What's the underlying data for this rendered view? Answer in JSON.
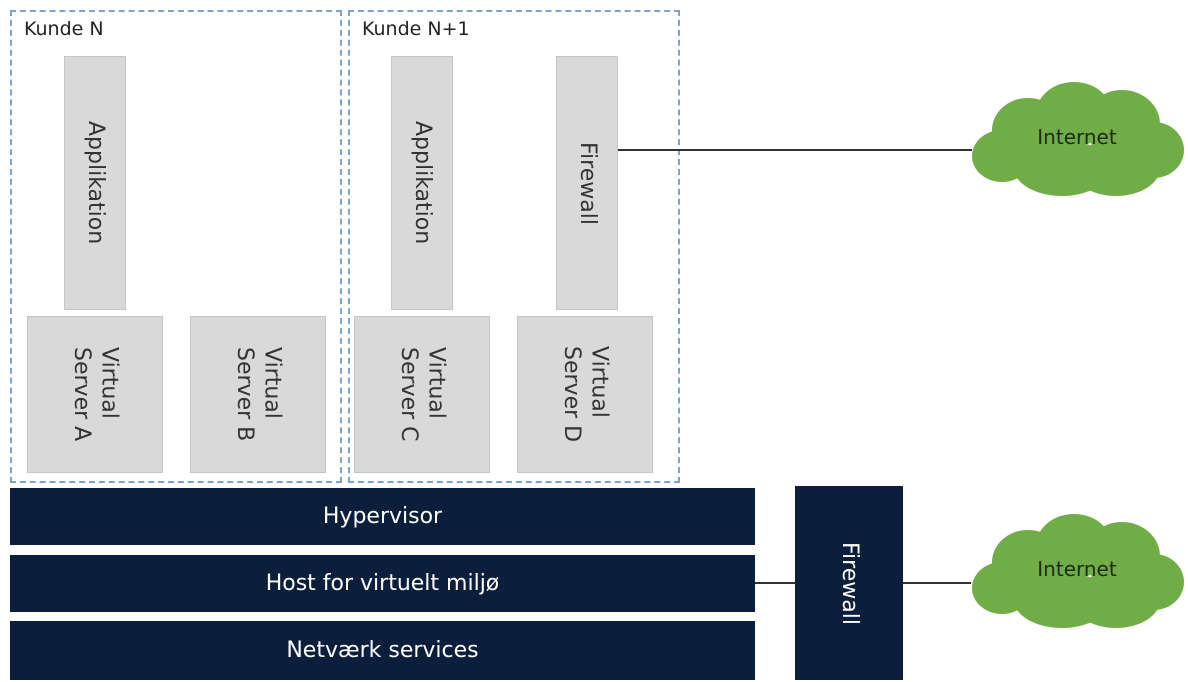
{
  "customers": [
    {
      "label": "Kunde N"
    },
    {
      "label": "Kunde N+1"
    }
  ],
  "applications": [
    "Applikation",
    "Applikation"
  ],
  "servers": [
    "Virtual\nServer A",
    "Virtual\nServer B",
    "Virtual\nServer C",
    "Virtual\nServer D"
  ],
  "customer_firewall": "Firewall",
  "infrastructure": {
    "hypervisor": "Hypervisor",
    "host": "Host for virtuelt miljø",
    "network": "Netværk services"
  },
  "main_firewall": "Firewall",
  "internet": [
    "Internet",
    "Internet"
  ],
  "colors": {
    "dark_navy": "#0b1f3d",
    "dashed_border": "#7fa3c8",
    "gray_box": "#d9d9d9",
    "cloud_green": "#70ad47"
  }
}
